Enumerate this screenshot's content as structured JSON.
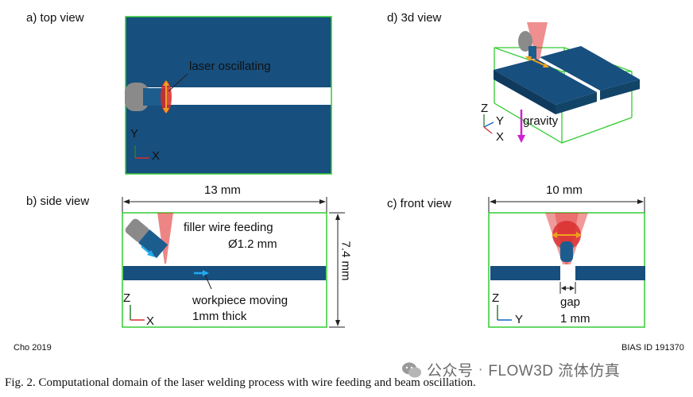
{
  "panels": {
    "top_view": {
      "title": "a) top view",
      "annotation": "laser oscillating",
      "axis_v": "Y",
      "axis_h": "X"
    },
    "side_view": {
      "title": "b) side view",
      "width_dim": "13 mm",
      "height_dim": "7.4 mm",
      "wire_label_line1": "filler wire feeding",
      "wire_label_line2": "Ø1.2 mm",
      "workpiece_line1": "workpiece moving",
      "workpiece_line2": "1mm thick",
      "axis_v": "Z",
      "axis_h": "X"
    },
    "view_3d": {
      "title": "d) 3d view",
      "gravity": "gravity",
      "axis_z": "Z",
      "axis_y": "Y",
      "axis_x": "X"
    },
    "front_view": {
      "title": "c) front view",
      "width_dim": "10 mm",
      "gap_line1": "gap",
      "gap_line2": "1 mm",
      "axis_v": "Z",
      "axis_h": "Y"
    }
  },
  "credit_left": "Cho 2019",
  "credit_right": "BIAS ID 191370",
  "caption": "Fig. 2. Computational domain of the laser welding process with wire feeding and beam oscillation.",
  "watermark": {
    "left": "公众号",
    "dot": "·",
    "right": "FLOW3D 流体仿真"
  },
  "colors": {
    "domain_box": "#33cc33",
    "workpiece": "#174f7e",
    "laser": "#e02020",
    "oscillation_arrow": "#f0a020",
    "gravity_arrow": "#d020d0",
    "motion_arrow": "#22aaee"
  }
}
